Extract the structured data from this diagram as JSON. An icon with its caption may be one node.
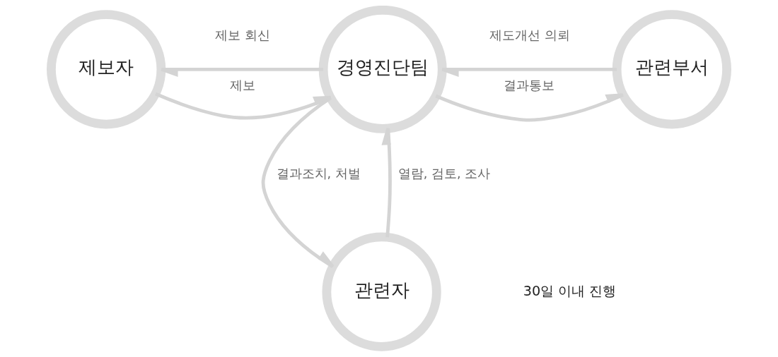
{
  "diagram": {
    "nodes": [
      {
        "text": [
          "제보자"
        ]
      },
      {
        "text": [
          "경영진단팀"
        ]
      },
      {
        "text": [
          "관련부서"
        ]
      },
      {
        "text": [
          "관련자"
        ]
      }
    ],
    "edges": [
      {
        "from": 0,
        "to": 1,
        "arrow": "to",
        "label": "제보"
      },
      {
        "from": 1,
        "to": 0,
        "arrow": "to",
        "label": "제보 회신"
      },
      {
        "from": 2,
        "to": 1,
        "arrow": "to",
        "label": "제도개선 의뢰"
      },
      {
        "from": 1,
        "to": 2,
        "arrow": "to",
        "label": "결과통보"
      },
      {
        "from": 3,
        "to": 1,
        "arrow": "to",
        "label": "열람, 검토, 조사"
      },
      {
        "from": 1,
        "to": 3,
        "arrow": "to",
        "label": "결과조치, 처벌"
      }
    ],
    "labels": [
      "30일 이내 진행"
    ]
  }
}
